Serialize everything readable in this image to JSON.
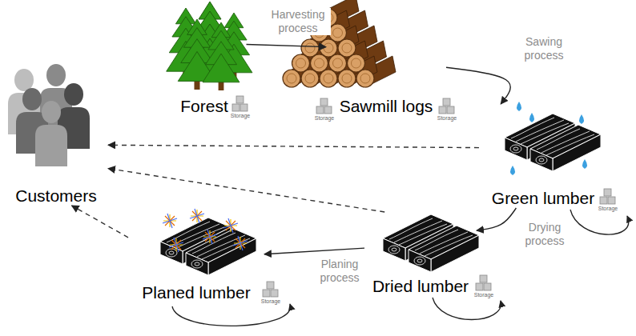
{
  "diagram": {
    "nodes": [
      {
        "text": [
          "Customers"
        ]
      },
      {
        "text": [
          "Forest"
        ]
      },
      {
        "text": [
          "Sawmill logs"
        ]
      },
      {
        "text": [
          "Green lumber"
        ]
      },
      {
        "text": [
          "Dried lumber"
        ]
      },
      {
        "text": [
          "Planed lumber"
        ]
      }
    ],
    "edges": [
      {
        "from": 1,
        "to": 2,
        "arrow": "to",
        "label": "Harvesting process"
      },
      {
        "from": 2,
        "to": 3,
        "arrow": "to",
        "label": "Sawing process"
      },
      {
        "from": 3,
        "to": 4,
        "arrow": "to",
        "label": "Drying process"
      },
      {
        "from": 4,
        "to": 5,
        "arrow": "to",
        "label": "Planing process"
      },
      {
        "from": 3,
        "to": 0,
        "arrow": "to"
      },
      {
        "from": 4,
        "to": 0,
        "arrow": "to"
      },
      {
        "from": 5,
        "to": 0,
        "arrow": "to"
      }
    ],
    "labels": [
      "Storage",
      "Storage",
      "Storage",
      "Storage",
      "Storage",
      "Storage"
    ]
  }
}
